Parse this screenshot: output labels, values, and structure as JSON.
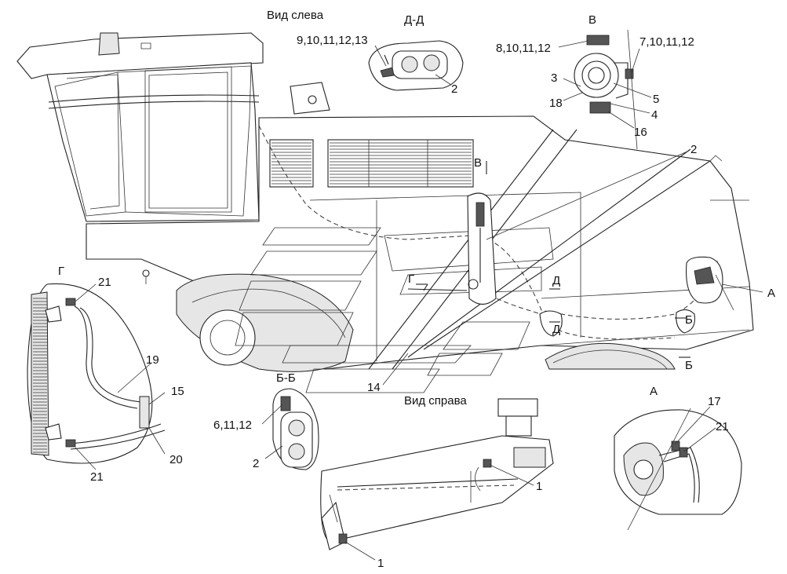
{
  "views": {
    "left": "Вид слева",
    "right": "Вид справа",
    "dd": "Д-Д",
    "v": "В",
    "bb": "Б-Б",
    "g": "Г",
    "a": "А"
  },
  "callouts": {
    "dd_bolts": "9,10,11,12,13",
    "dd_2": "2",
    "v_8": "8,10,11,12",
    "v_7": "7,10,11,12",
    "v_3": "3",
    "v_18": "18",
    "v_5": "5",
    "v_4": "4",
    "v_16": "16",
    "main_2": "2",
    "main_14": "14",
    "mark_v": "В",
    "mark_g": "Г",
    "mark_d1": "Д",
    "mark_d2": "Д",
    "mark_b1": "Б",
    "mark_b2": "Б",
    "mark_a": "А",
    "g_21_top": "21",
    "g_19": "19",
    "g_15": "15",
    "g_20": "20",
    "g_21_bot": "21",
    "bb_6": "6,11,12",
    "bb_2": "2",
    "r_1_top": "1",
    "r_1_bot": "1",
    "a_17": "17",
    "a_21": "21"
  }
}
